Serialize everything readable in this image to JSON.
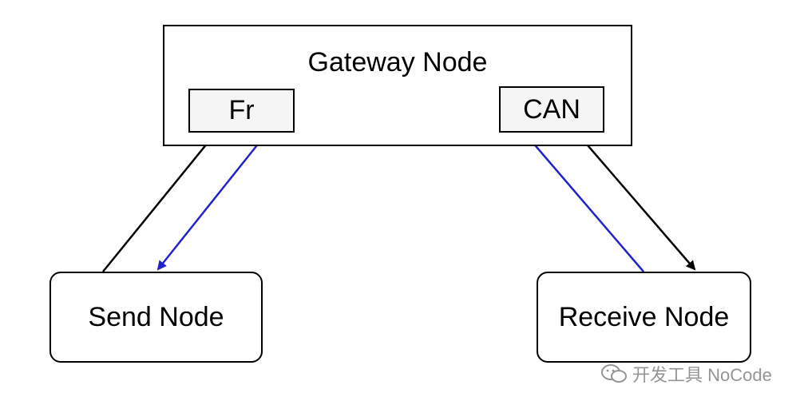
{
  "gateway": {
    "title": "Gateway Node"
  },
  "ports": {
    "fr": "Fr",
    "can": "CAN"
  },
  "nodes": {
    "send": "Send Node",
    "receive": "Receive Node"
  },
  "watermark": {
    "text": "开发工具 NoCode"
  },
  "colors": {
    "forward_arrow": "#000000",
    "return_arrow": "#2222cc",
    "port_fill": "#f5f5f5"
  }
}
